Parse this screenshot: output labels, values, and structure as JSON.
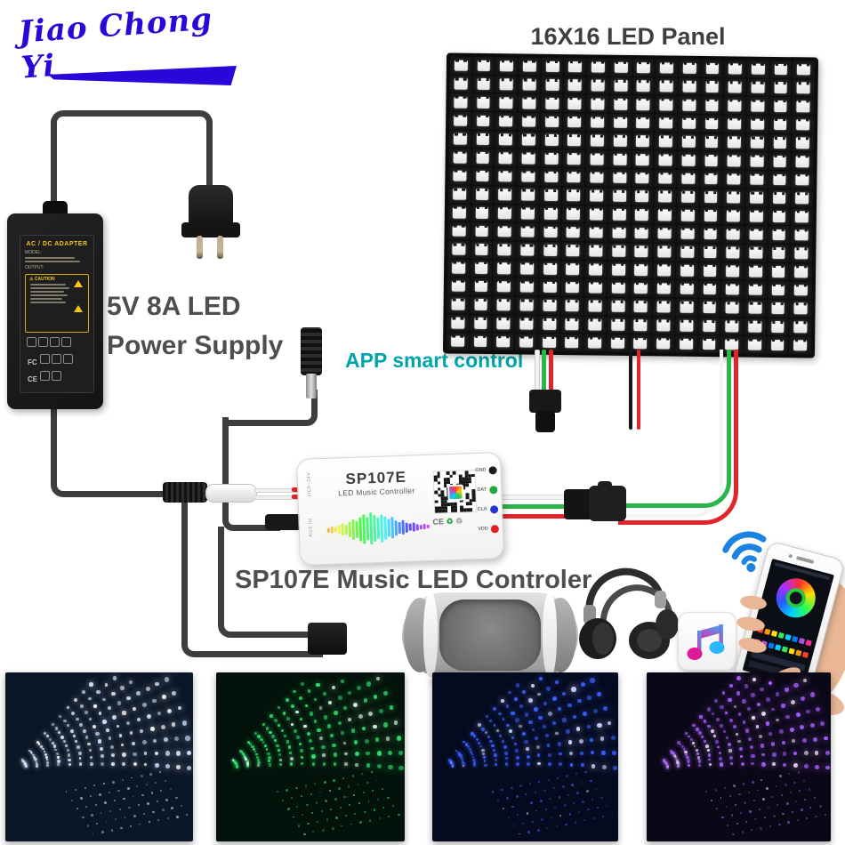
{
  "logo": {
    "text": "Jiao Chong Yi",
    "color": "#2a06d8"
  },
  "headings": {
    "panel_title": "16X16 LED Panel",
    "psu_line1": "5V 8A LED",
    "psu_line2": "Power Supply",
    "app_control": "APP smart control",
    "controller_caption": "SP107E Music LED Controler"
  },
  "psu_label": {
    "title": "AC / DC ADAPTER",
    "model": "MODEL:",
    "output": "OUTPUT:",
    "caution": "CAUTION",
    "fcc": "FC",
    "ce": "CE"
  },
  "controller": {
    "name": "SP107E",
    "subtitle": "LED Music Controller",
    "side_top": "DC5~24V",
    "side_bottom": "AUX IN",
    "ce": "CE",
    "recycle_icon": "♻",
    "ports": [
      {
        "label": "GND",
        "color": "#1a1a1a"
      },
      {
        "label": "DAT",
        "color": "#22a83c"
      },
      {
        "label": "CLK",
        "color": "#2232d8"
      },
      {
        "label": "VDD",
        "color": "#e02020"
      }
    ],
    "waveform": [
      5,
      8,
      6,
      10,
      14,
      11,
      17,
      23,
      19,
      27,
      33,
      26,
      36,
      30,
      24,
      31,
      26,
      20,
      24,
      17,
      13,
      16,
      11,
      8,
      10,
      7,
      5,
      6,
      4
    ]
  },
  "panel": {
    "rows": 16,
    "cols": 16
  },
  "wire_colors": {
    "white": "#f2f2f2",
    "green": "#2bb54a",
    "red": "#e3242b",
    "black": "#161616",
    "cable_gray": "#3d3d3d"
  },
  "accent_colors": {
    "app_text": "#00a4ac",
    "wifi_blue": "#1b83e0",
    "heading_gray": "#4e4e4e"
  },
  "phone": {
    "swatches": [
      "#ff3b30",
      "#ff9500",
      "#ffe400",
      "#34e759",
      "#00cfff",
      "#007aff",
      "#af52de",
      "#ff2d92"
    ]
  },
  "photos": [
    {
      "name": "panel-lit-white",
      "bg": "#0b1626",
      "dot": "#cfe2ff",
      "hi": "#ffffff"
    },
    {
      "name": "panel-lit-green",
      "bg": "#03120a",
      "dot": "#2fe06e",
      "hi": "#d2ffe0"
    },
    {
      "name": "panel-lit-blue",
      "bg": "#050a1e",
      "dot": "#3a62ff",
      "hi": "#c2cfff"
    },
    {
      "name": "panel-lit-purple",
      "bg": "#0a0716",
      "dot": "#a95fff",
      "hi": "#efd3ff"
    }
  ]
}
